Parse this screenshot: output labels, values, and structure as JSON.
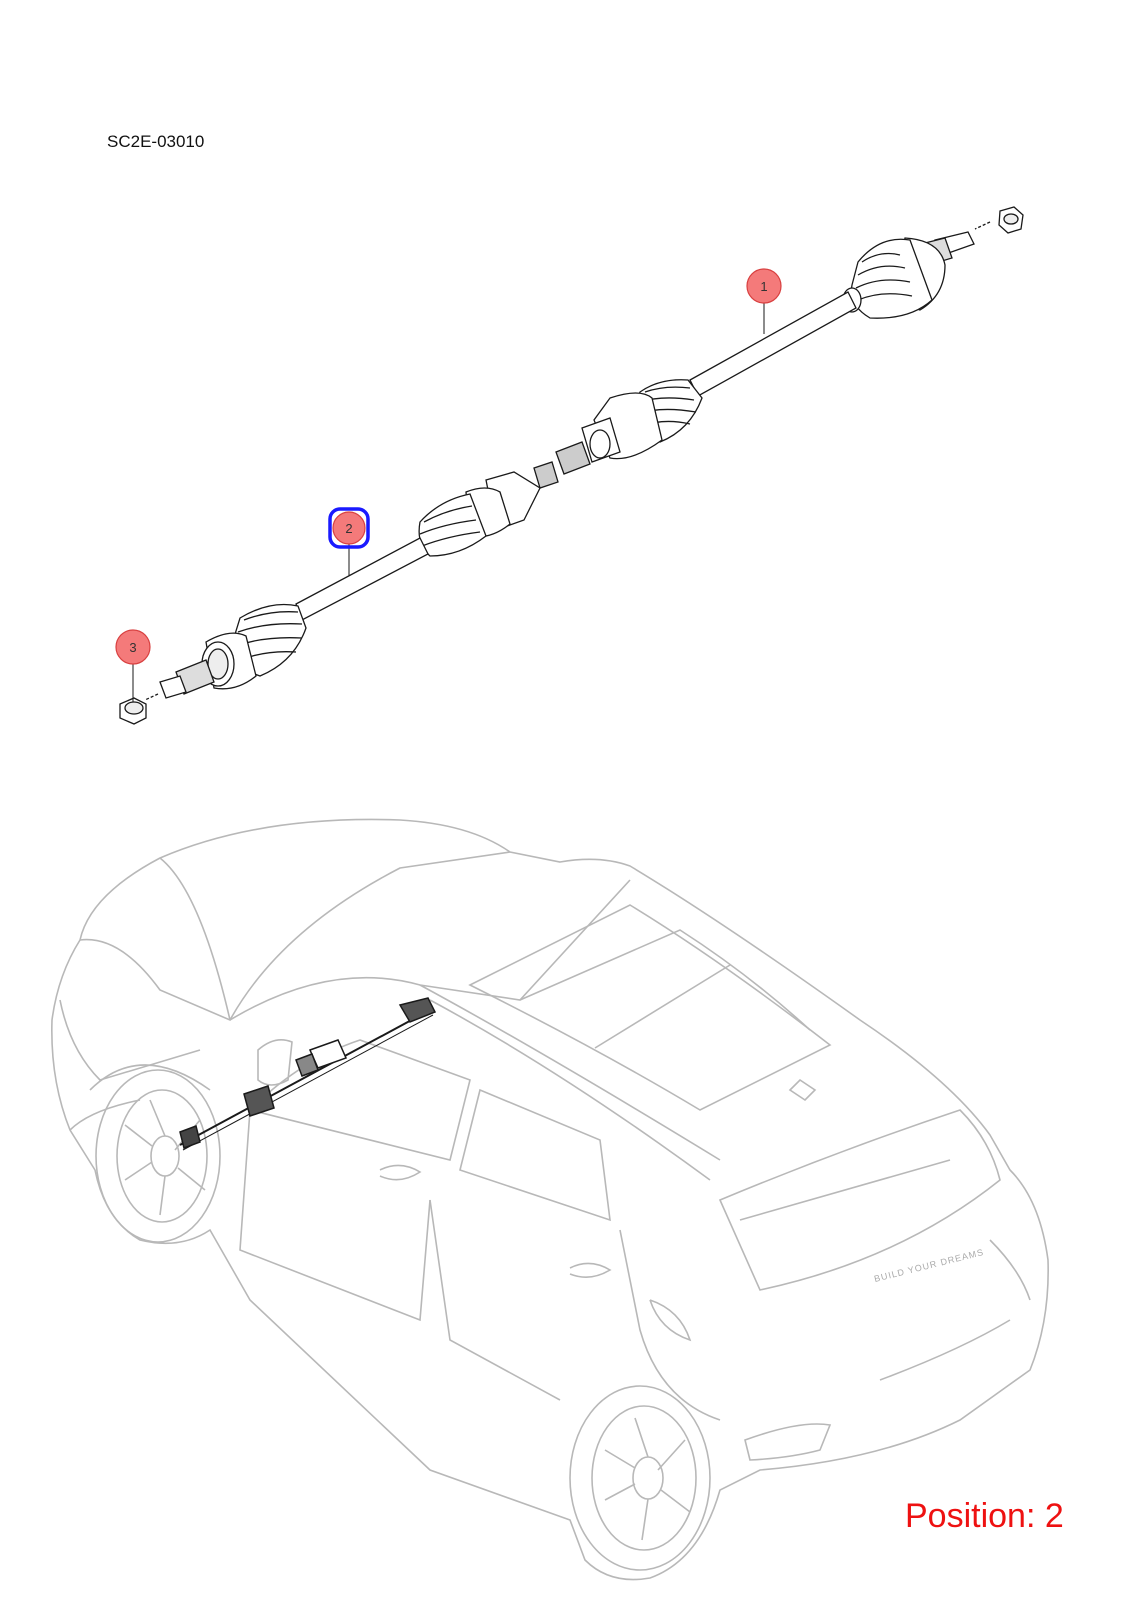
{
  "diagram": {
    "code": "SC2E-03010",
    "position_label": "Position: 2",
    "callouts": [
      {
        "id": "1",
        "label": "1",
        "selected": false
      },
      {
        "id": "2",
        "label": "2",
        "selected": true
      },
      {
        "id": "3",
        "label": "3",
        "selected": false
      }
    ],
    "colors": {
      "callout_fill": "#f47a7a",
      "callout_stroke": "#d84040",
      "selection_outline": "#1a1aff",
      "position_text": "#ee1111",
      "line_art": "#1a1a1a",
      "car_outline": "#b8b8b8"
    },
    "vehicle_badge_text": "BUILD YOUR DREAMS"
  }
}
